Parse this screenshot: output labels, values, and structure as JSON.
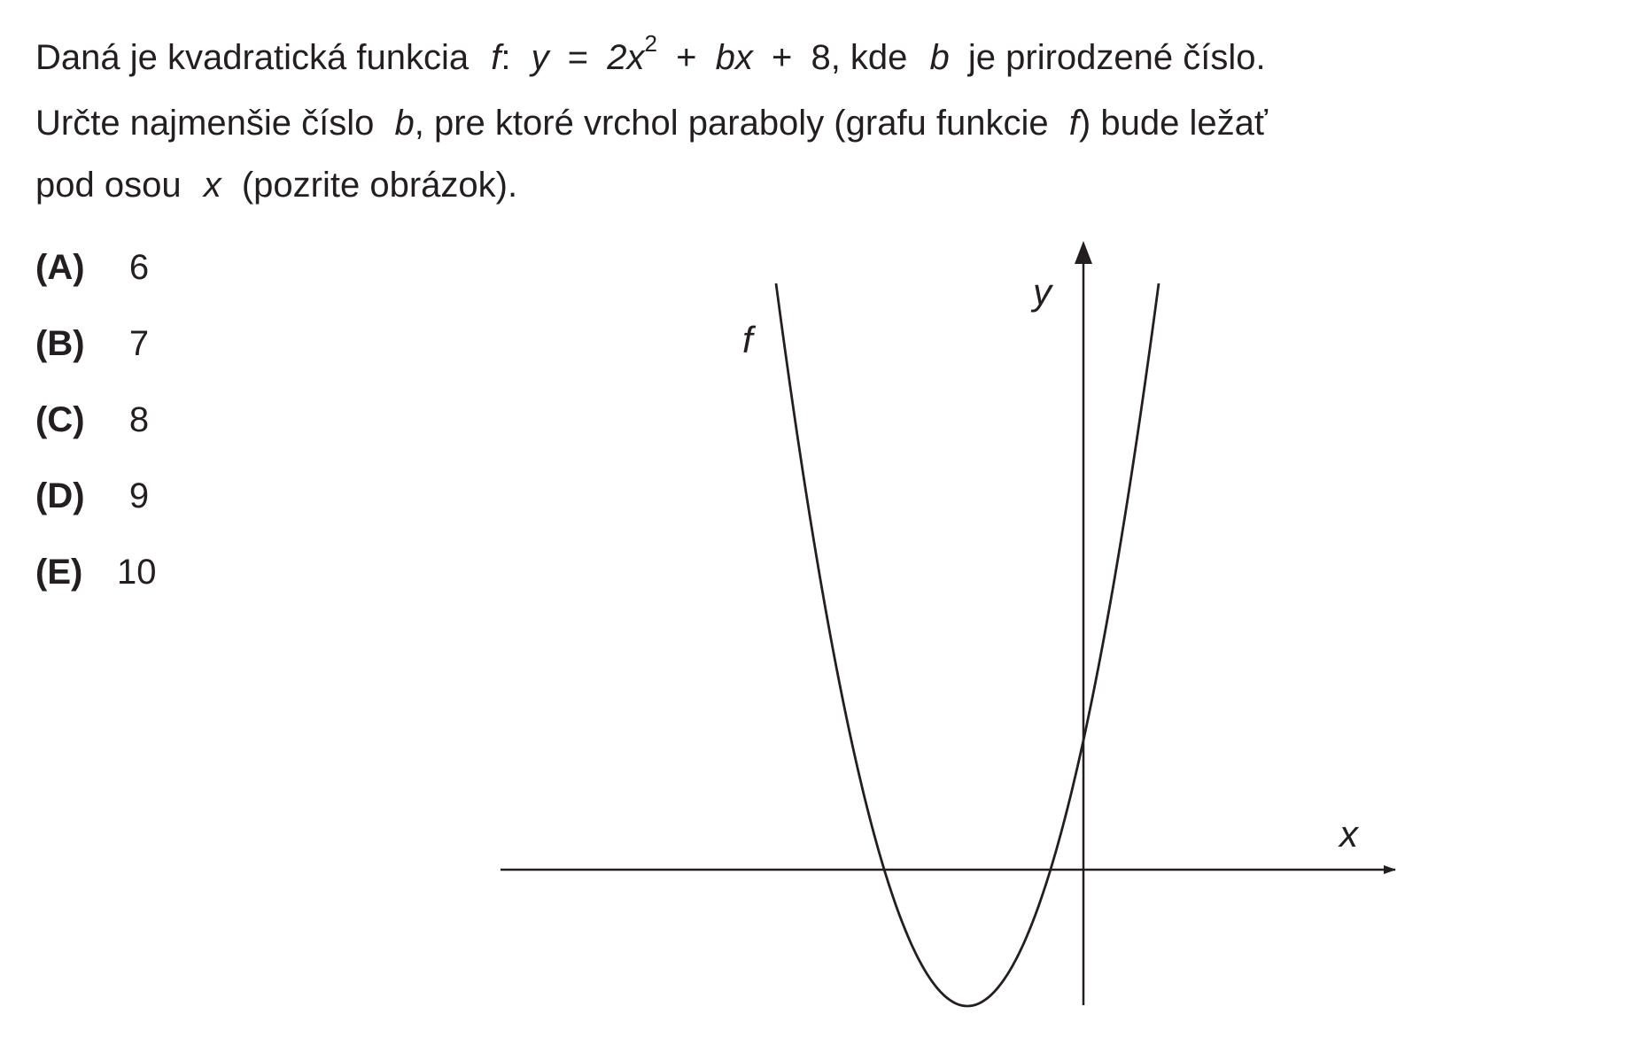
{
  "problem": {
    "line1_text": "Daná je kvadratická funkcia",
    "f": "f",
    "colon": ":",
    "y": "y",
    "eq": "=",
    "two_x": "2x",
    "exp": "2",
    "plus1": "+",
    "bx": "bx",
    "plus2": "+",
    "eight": "8",
    "kde": ", kde",
    "b": "b",
    "line1_end": "je prirodzené číslo.",
    "line2_start": "Určte najmenšie číslo",
    "b2": "b",
    "line2_mid": ", pre ktoré vrchol paraboly (grafu funkcie",
    "f2": "f",
    "line2_end": ") bude ležať",
    "line3_start": "pod osou",
    "x": "x",
    "line3_end": "(pozrite obrázok)."
  },
  "choices": [
    {
      "letter": "(A)",
      "value": "6"
    },
    {
      "letter": "(B)",
      "value": "7"
    },
    {
      "letter": "(C)",
      "value": "8"
    },
    {
      "letter": "(D)",
      "value": "9"
    },
    {
      "letter": "(E)",
      "value": "10"
    }
  ],
  "graph": {
    "label_f": "f",
    "label_x": "x",
    "label_y": "y"
  }
}
